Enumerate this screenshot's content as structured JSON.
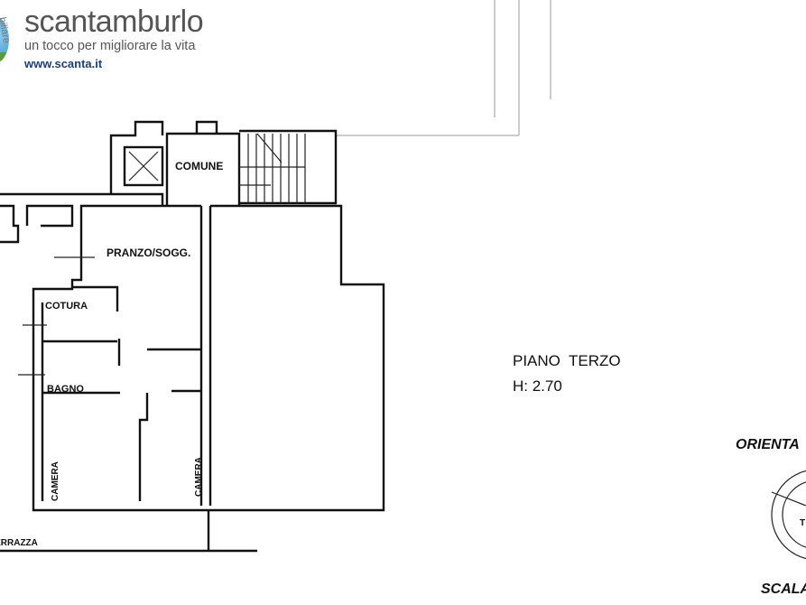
{
  "logo": {
    "brand": "scantamburlo",
    "tagline": "un tocco per migliorare la vita",
    "url": "www.scanta.it",
    "arc_text": "biliare",
    "brand_color": "#555555",
    "url_color": "#1a3f7a"
  },
  "plan": {
    "rooms": {
      "common": "COMUNE",
      "living": "PRANZO/SOGG.",
      "kitchen": "COTURA",
      "bath": "BAGNO",
      "bedroom1": "CAMERA",
      "bedroom2": "CAMERA",
      "terrace": "TERRAZZA"
    },
    "floor": "PIANO  TERZO",
    "height": "H: 2.70",
    "orientation": "ORIENTA",
    "scale": "SCALA"
  }
}
